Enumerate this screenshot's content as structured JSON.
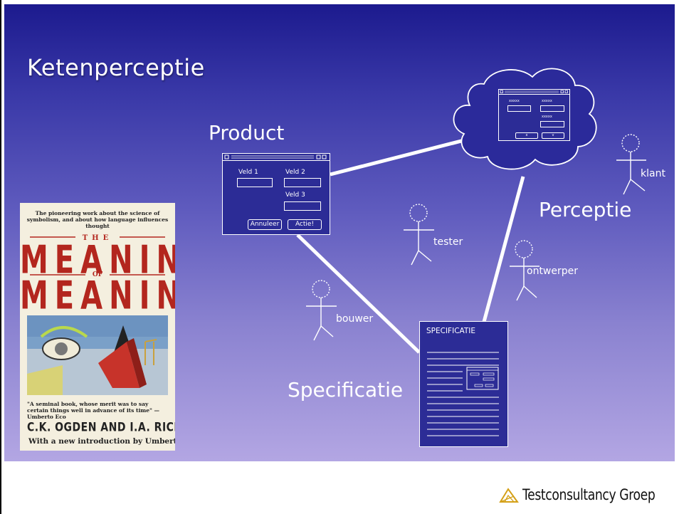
{
  "slide": {
    "title": "Ketenperceptie",
    "labels": {
      "product": "Product",
      "perceptie": "Perceptie",
      "specificatie": "Specificatie"
    }
  },
  "product_window": {
    "fields": [
      "Veld 1",
      "Veld 2",
      "Veld 3"
    ],
    "buttons": [
      "Annuleer",
      "Actie!"
    ]
  },
  "cloud_window": {
    "fields": [
      "xxxxx",
      "xxxxx",
      "xxxxx"
    ],
    "buttons": [
      "x",
      "v"
    ]
  },
  "spec_document": {
    "heading": "SPECIFICATIE"
  },
  "roles": {
    "klant": "klant",
    "tester": "tester",
    "ontwerper": "ontwerper",
    "bouwer": "bouwer"
  },
  "book": {
    "tagline": "The pioneering work about the science of symbolism, and about how language influences thought",
    "the": "THE",
    "word1": "MEANING",
    "of": "OF",
    "word2": "MEANING",
    "quote": "\"A seminal book, whose merit was to say certain things well in advance of its time\" —Umberto Eco",
    "authors": "C.K. OGDEN AND I.A. RICHARDS",
    "intro": "With a new introduction by Umberto Eco"
  },
  "footer": {
    "company": "Testconsultancy Groep"
  },
  "colors": {
    "background_top": "#1c1a8e",
    "background_bottom": "#b3a6e3",
    "window_fill": "#2c2c96",
    "book_red": "#b3261e"
  }
}
